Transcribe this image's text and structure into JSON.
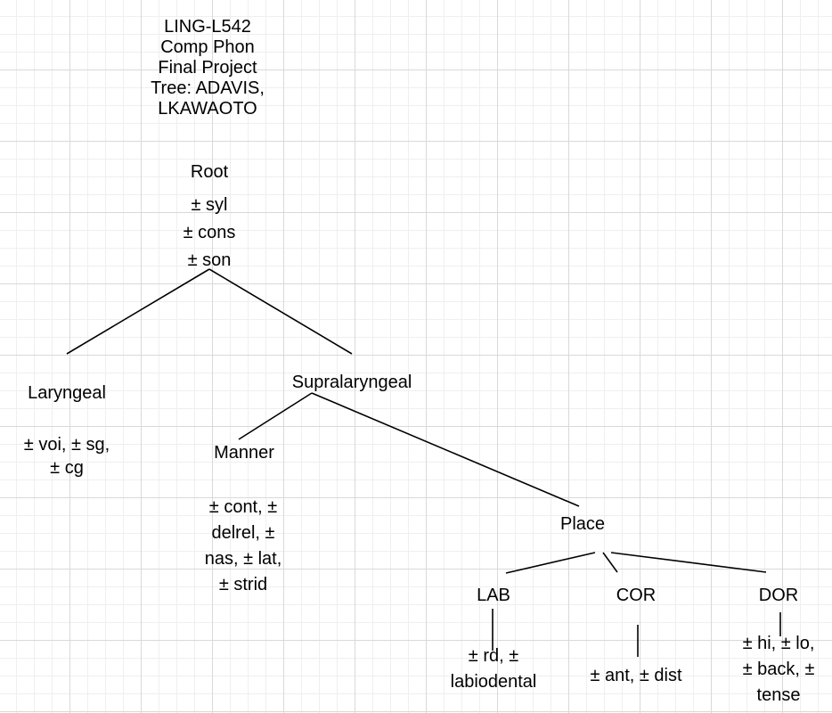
{
  "title": "LING-L542\nComp Phon\nFinal Project\nTree: ADAVIS,\nLKAWAOTO",
  "nodes": {
    "root": {
      "label": "Root",
      "features": "± syl\n± cons\n± son"
    },
    "laryngeal": {
      "label": "Laryngeal",
      "features": "± voi, ± sg,\n± cg"
    },
    "supralaryngeal": {
      "label": "Supralaryngeal"
    },
    "manner": {
      "label": "Manner",
      "features": "± cont, ±\ndelrel, ±\nnas, ± lat,\n± strid"
    },
    "place": {
      "label": "Place"
    },
    "lab": {
      "label": "LAB",
      "features": "± rd, ±\nlabiodental"
    },
    "cor": {
      "label": "COR",
      "features": "± ant, ± dist"
    },
    "dor": {
      "label": "DOR",
      "features": "± hi, ± lo,\n± back, ±\ntense"
    }
  }
}
